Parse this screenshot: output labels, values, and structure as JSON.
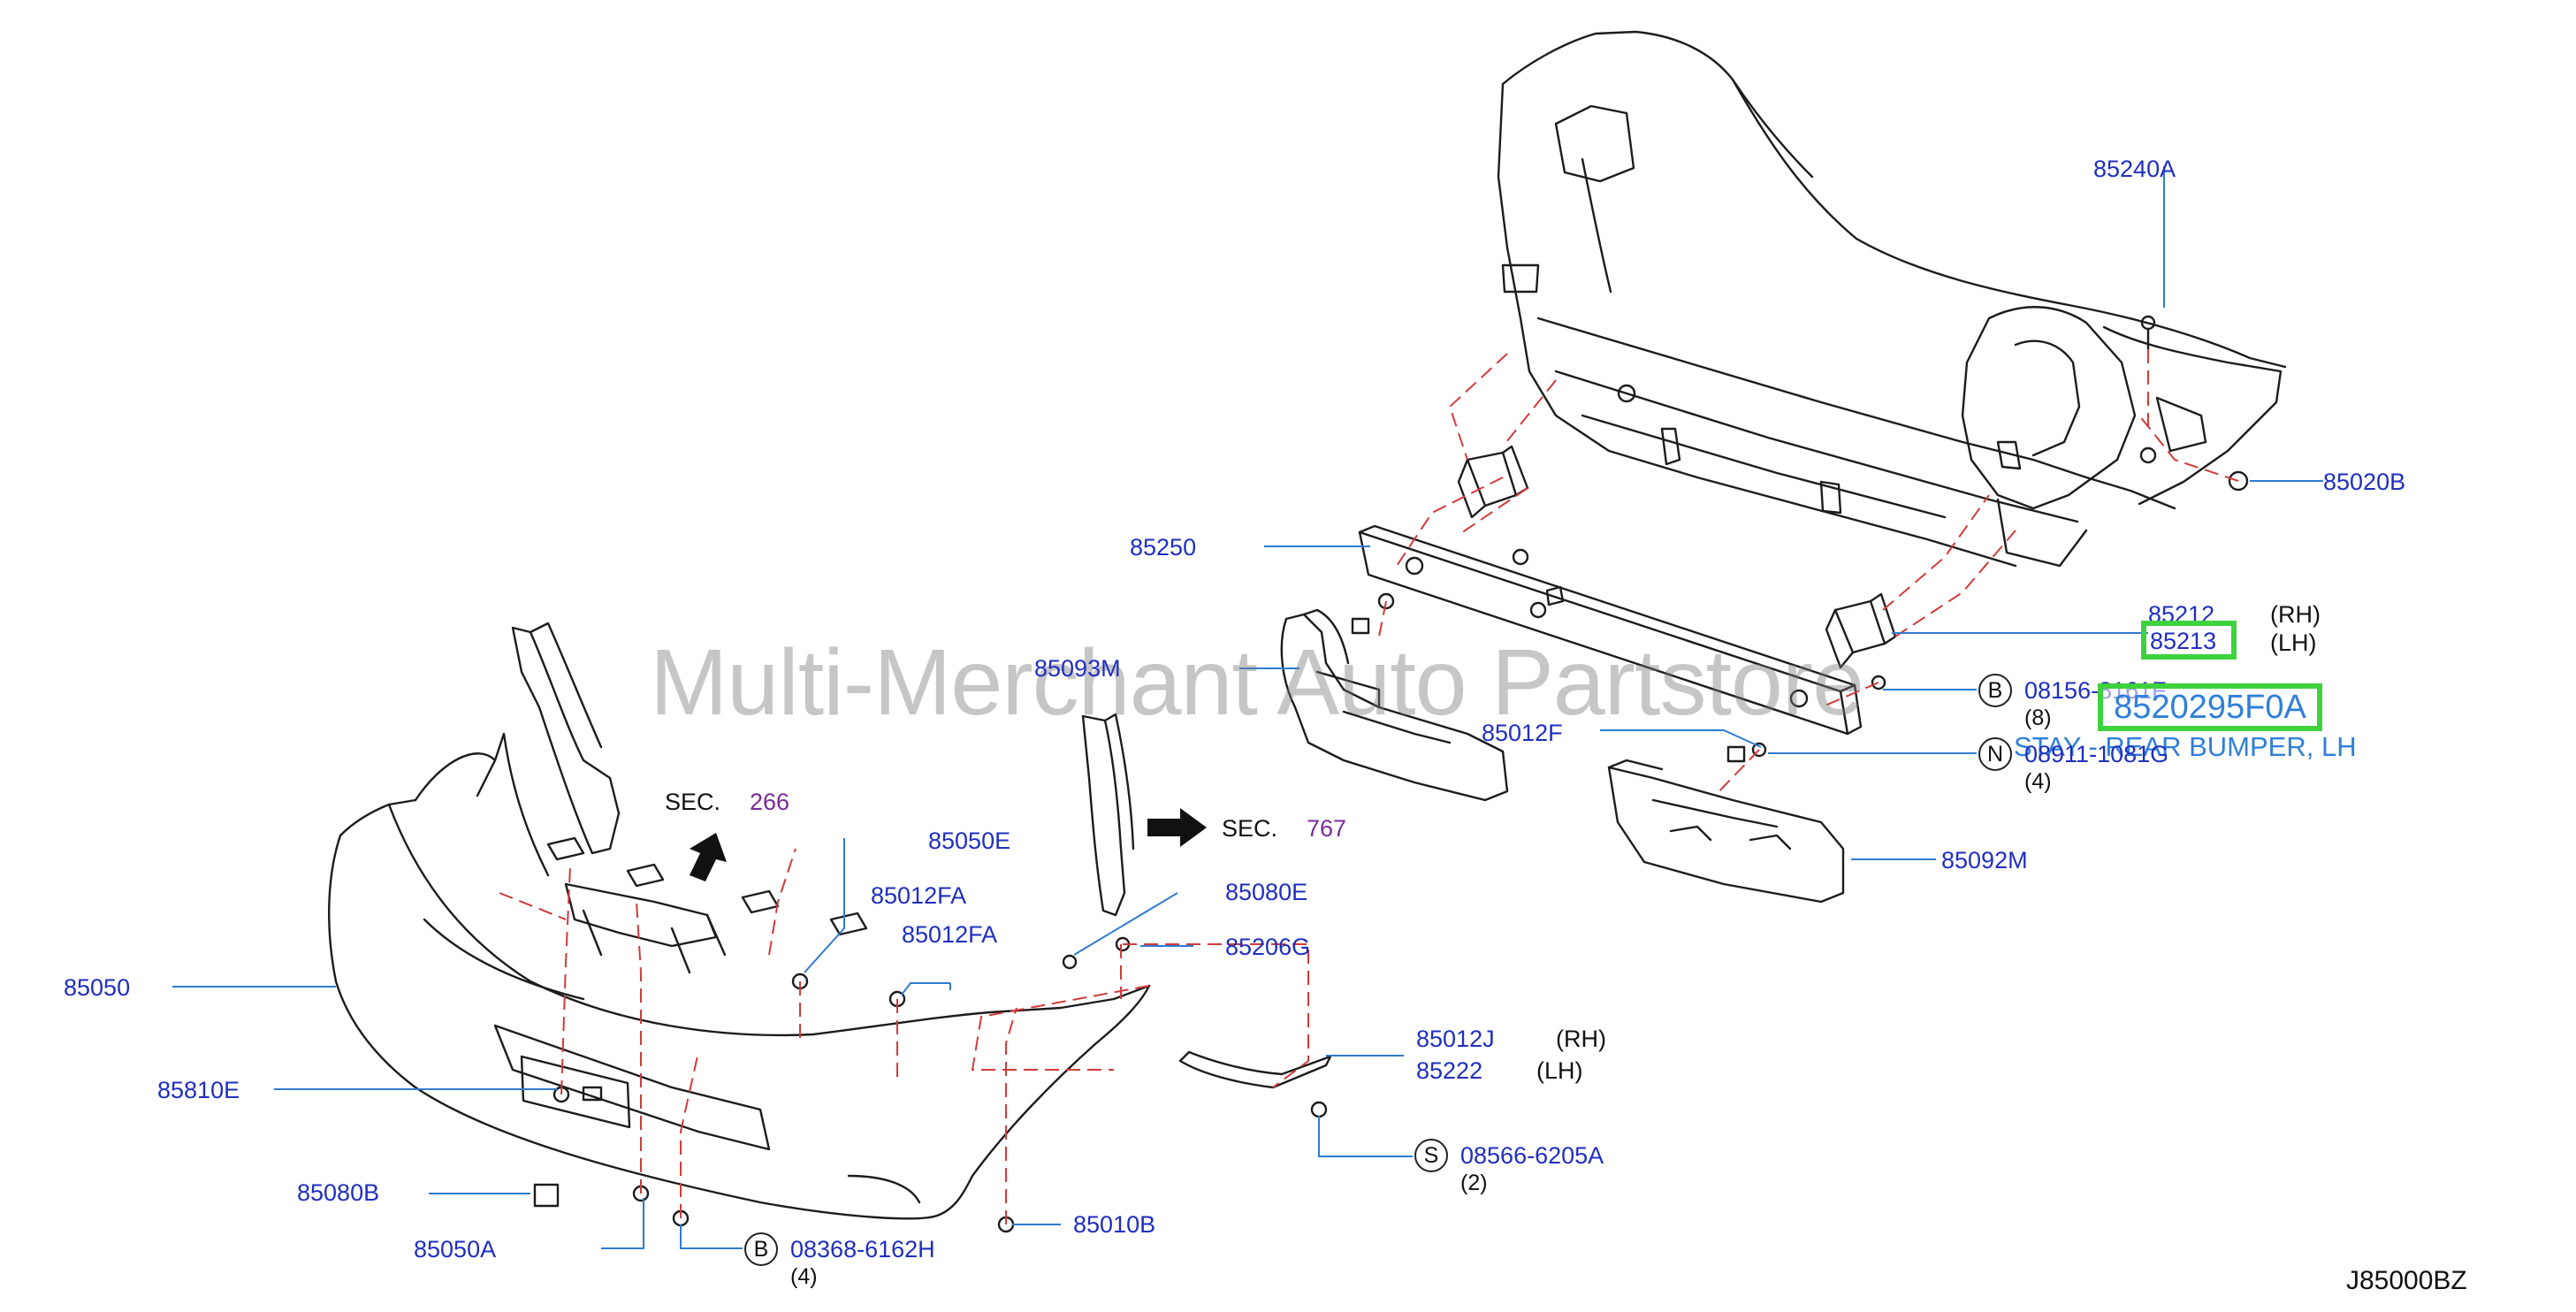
{
  "watermark": "Multi-Merchant Auto Partstore",
  "highlight": {
    "part_number": "8520295F0A",
    "description": "STAY - REAR BUMPER, LH"
  },
  "diagram_code": "J85000BZ",
  "sections": [
    {
      "prefix": "SEC.",
      "number": "266"
    },
    {
      "prefix": "SEC.",
      "number": "767"
    }
  ],
  "parts": {
    "p85240A": "85240A",
    "p85020B": "85020B",
    "p85250": "85250",
    "p85212": "85212",
    "p85213": "85213",
    "rh": "(RH)",
    "lh": "(LH)",
    "p85093M": "85093M",
    "p08156": "08156-8161F",
    "qty8": "(8)",
    "p85012F": "85012F",
    "p08911": "08911-1081G",
    "qty4a": "(4)",
    "p85092M": "85092M",
    "p85050E": "85050E",
    "p85012FA_1": "85012FA",
    "p85012FA_2": "85012FA",
    "p85080E": "85080E",
    "p85206G": "85206G",
    "p85050": "85050",
    "p85012J": "85012J",
    "p85222": "85222",
    "rh2": "(RH)",
    "lh2": "(LH)",
    "p85810E": "85810E",
    "p08566": "08566-6205A",
    "qty2": "(2)",
    "p85080B": "85080B",
    "p85050A": "85050A",
    "p08368": "08368-6162H",
    "qty4b": "(4)",
    "p85010B": "85010B"
  },
  "markers": {
    "b1": "B",
    "n1": "N",
    "s1": "S",
    "b2": "B"
  }
}
